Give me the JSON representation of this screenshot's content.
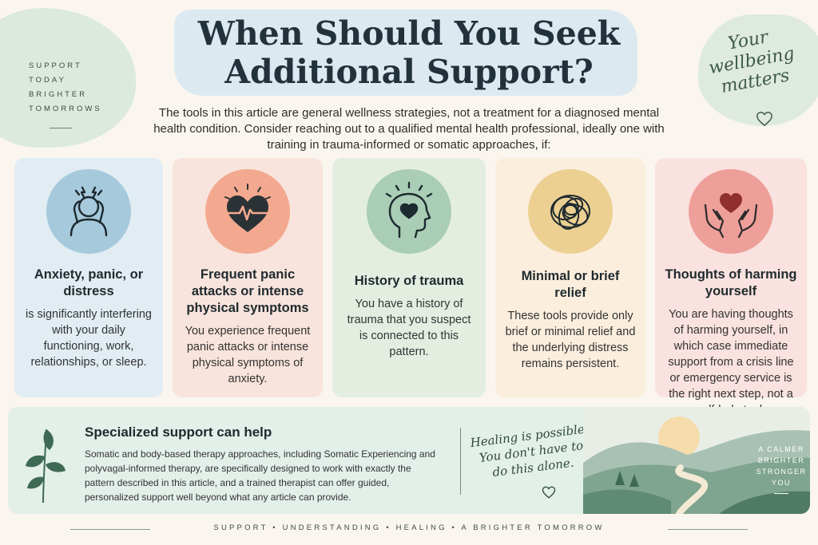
{
  "corner_tagline": [
    "SUPPORT",
    "TODAY",
    "BRIGHTER",
    "TOMORROWS"
  ],
  "corner_script": "Your wellbeing matters",
  "title_line1": "When Should You Seek",
  "title_line2": "Additional Support?",
  "intro": "The tools in this article are general wellness strategies, not a treatment for a diagnosed mental health condition. Consider reaching out to a qualified mental health professional, ideally one with training in trauma-informed or somatic approaches, if:",
  "cards": [
    {
      "title": "Anxiety, panic, or distress",
      "body": "is significantly interfering with your daily functioning, work, relationships, or sleep.",
      "icon": "stressed-person-icon"
    },
    {
      "title": "Frequent panic attacks or intense physical symptoms",
      "body": "You experience frequent panic attacks or intense physical symptoms of anxiety.",
      "icon": "heartbeat-heart-icon"
    },
    {
      "title": "History of trauma",
      "body": "You have a history of trauma that you suspect is connected to this pattern.",
      "icon": "head-heart-icon"
    },
    {
      "title": "Minimal or brief relief",
      "body": "These tools provide only brief or minimal relief and the underlying distress remains persistent.",
      "icon": "tangled-scribble-icon"
    },
    {
      "title": "Thoughts of harming yourself",
      "body": "You are having thoughts of harming yourself, in which case immediate support from a crisis line or emergency service is the right next step, not a self-help tool.",
      "icon": "hands-holding-heart-icon"
    }
  ],
  "band": {
    "title": "Specialized support can help",
    "text": "Somatic and body-based therapy approaches, including Somatic Experiencing and polyvagal-informed therapy, are specifically designed to work with exactly the pattern described in this article, and a trained therapist can offer guided, personalized support well beyond what any article can provide.",
    "script": "Healing is possible. You don't have to do this alone.",
    "tag": [
      "A CALMER",
      "BRIGHTER",
      "STRONGER",
      "YOU"
    ]
  },
  "footer": "SUPPORT  •  UNDERSTANDING  •  HEALING  •  A BRIGHTER TOMORROW",
  "colors": {
    "background": "#faf6ef",
    "card_blue": "#e1edf3",
    "card_peach": "#f8e4dc",
    "card_green": "#e3eee1",
    "card_yellow": "#fbeedd",
    "card_pink": "#f9e2df"
  }
}
